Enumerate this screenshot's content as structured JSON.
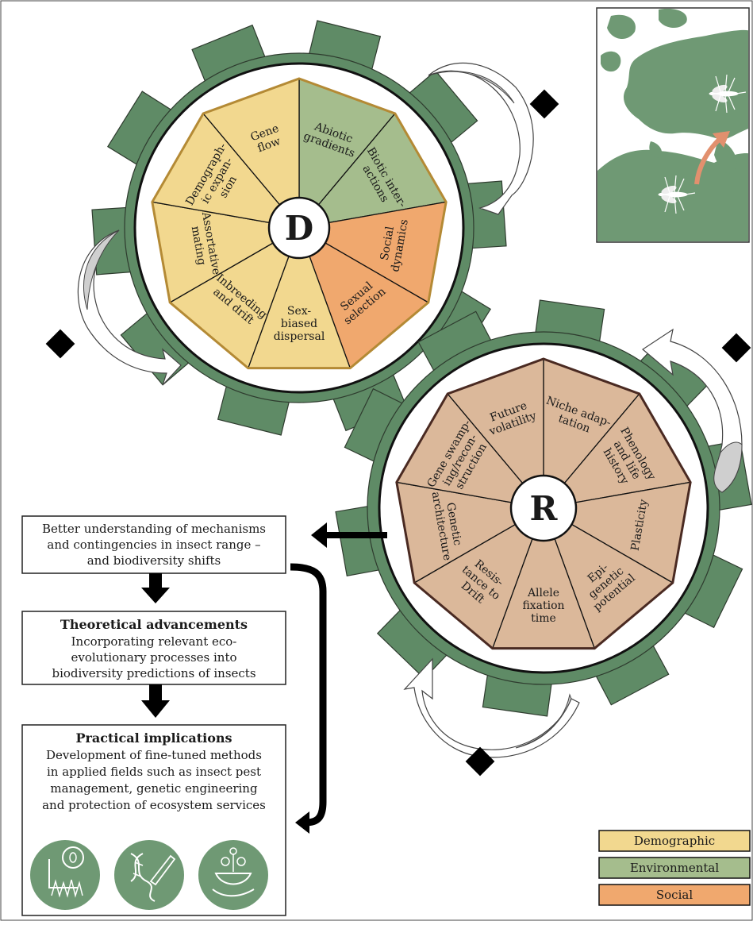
{
  "colors": {
    "gear": "#5f8b66",
    "gear_stroke": "#2e3b2e",
    "demographic": "#f2d88f",
    "environmental": "#a5bd8d",
    "social": "#f0a86e",
    "resilience": "#dbb89a",
    "map_land": "#6f9974",
    "map_sea": "#ffffff",
    "arrow_grey": "#cfcfcf",
    "migration_arrow": "#e2906e"
  },
  "gear_d": {
    "letter": "D",
    "segments": [
      {
        "lines": [
          "Abiotic",
          "gradients"
        ],
        "category": "environmental"
      },
      {
        "lines": [
          "Biotic inter-",
          "actions"
        ],
        "category": "environmental"
      },
      {
        "lines": [
          "Social",
          "dynamics"
        ],
        "category": "social"
      },
      {
        "lines": [
          "Sexual",
          "selection"
        ],
        "category": "social"
      },
      {
        "lines": [
          "Sex-",
          "biased",
          "dispersal"
        ],
        "category": "demographic"
      },
      {
        "lines": [
          "Inbreeding",
          "and drift"
        ],
        "category": "demographic"
      },
      {
        "lines": [
          "Assortative",
          "mating"
        ],
        "category": "demographic"
      },
      {
        "lines": [
          "Demograph-",
          "ic expan-",
          "sion"
        ],
        "category": "demographic"
      },
      {
        "lines": [
          "Gene",
          "flow"
        ],
        "category": "demographic"
      }
    ]
  },
  "gear_r": {
    "letter": "R",
    "segments": [
      {
        "lines": [
          "Niche adap-",
          "tation"
        ]
      },
      {
        "lines": [
          "Phenology",
          "and life",
          "history"
        ]
      },
      {
        "lines": [
          "Plasticity"
        ]
      },
      {
        "lines": [
          "Epi-",
          "genetic",
          "potential"
        ]
      },
      {
        "lines": [
          "Allele",
          "fixation",
          "time"
        ]
      },
      {
        "lines": [
          "Resis-",
          "tance to",
          "Drift"
        ]
      },
      {
        "lines": [
          "Genetic",
          "architecture"
        ]
      },
      {
        "lines": [
          "Gene swamp-",
          "ing/recon-",
          "struction"
        ]
      },
      {
        "lines": [
          "Future",
          "volatility"
        ]
      }
    ]
  },
  "boxes": {
    "understanding": {
      "lines": [
        "Better understanding of mechanisms",
        "and contingencies in insect range –",
        "and biodiversity shifts"
      ]
    },
    "theory": {
      "title": "Theoretical advancements",
      "lines": [
        "Incorporating relevant eco-",
        "evolutionary processes into",
        "biodiversity predictions of insects"
      ]
    },
    "practical": {
      "title": "Practical implications",
      "lines": [
        "Development of fine-tuned methods",
        "in applied fields such as insect pest",
        "management, genetic engineering",
        "and protection of ecosystem services"
      ]
    }
  },
  "icons": [
    "pest-monitoring-icon",
    "genetic-engineering-icon",
    "ecosystem-services-icon"
  ],
  "legend": [
    {
      "label": "Demographic",
      "category": "demographic"
    },
    {
      "label": "Environmental",
      "category": "environmental"
    },
    {
      "label": "Social",
      "category": "social"
    }
  ]
}
